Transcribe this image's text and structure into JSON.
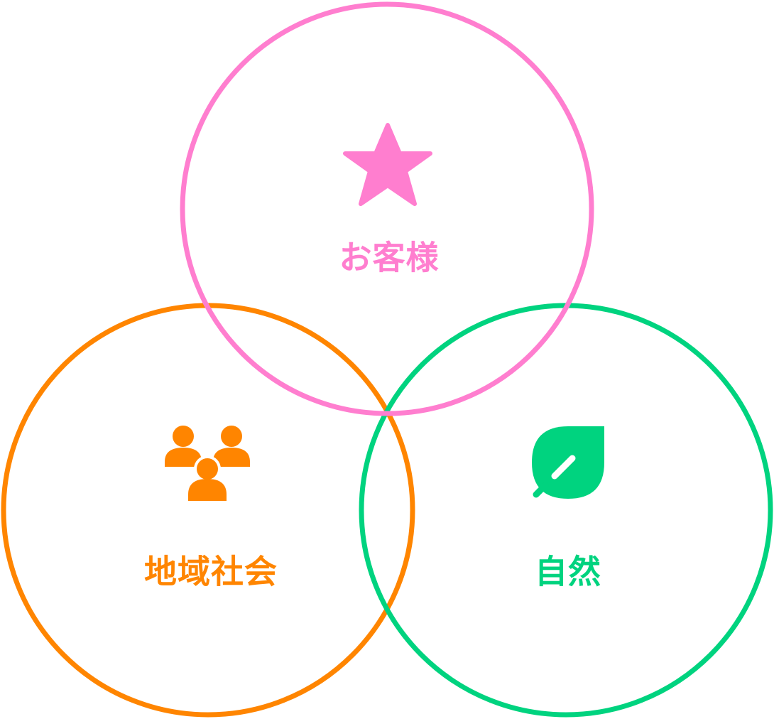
{
  "diagram": {
    "type": "venn",
    "circles": [
      {
        "key": "customers",
        "label": "お客様",
        "icon": "star-icon",
        "color": "#ff7ecf"
      },
      {
        "key": "community",
        "label": "地域社会",
        "icon": "people-group-icon",
        "color": "#ff8500"
      },
      {
        "key": "nature",
        "label": "自然",
        "icon": "leaf-icon",
        "color": "#00d37f"
      }
    ]
  }
}
